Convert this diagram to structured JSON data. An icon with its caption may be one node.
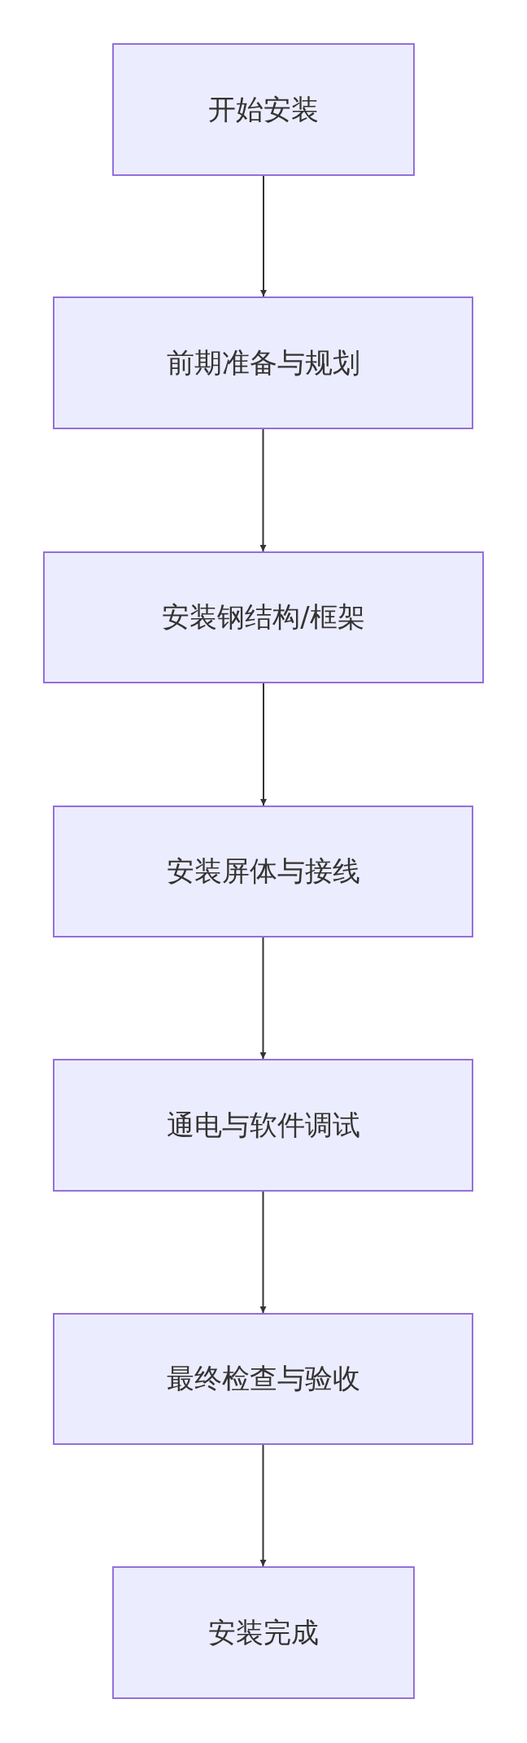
{
  "diagram": {
    "nodes": [
      {
        "text": [
          "开始安装"
        ]
      },
      {
        "text": [
          "前期准备与规划"
        ]
      },
      {
        "text": [
          "安装钢结构/框架"
        ]
      },
      {
        "text": [
          "安装屏体与接线"
        ]
      },
      {
        "text": [
          "通电与软件调试"
        ]
      },
      {
        "text": [
          "最终检查与验收"
        ]
      },
      {
        "text": [
          "安装完成"
        ]
      }
    ],
    "edges": [
      {
        "from": 0,
        "to": 1,
        "arrow": "to"
      },
      {
        "from": 1,
        "to": 2,
        "arrow": "to"
      },
      {
        "from": 2,
        "to": 3,
        "arrow": "to"
      },
      {
        "from": 3,
        "to": 4,
        "arrow": "to"
      },
      {
        "from": 4,
        "to": 5,
        "arrow": "to"
      },
      {
        "from": 5,
        "to": 6,
        "arrow": "to"
      }
    ]
  }
}
